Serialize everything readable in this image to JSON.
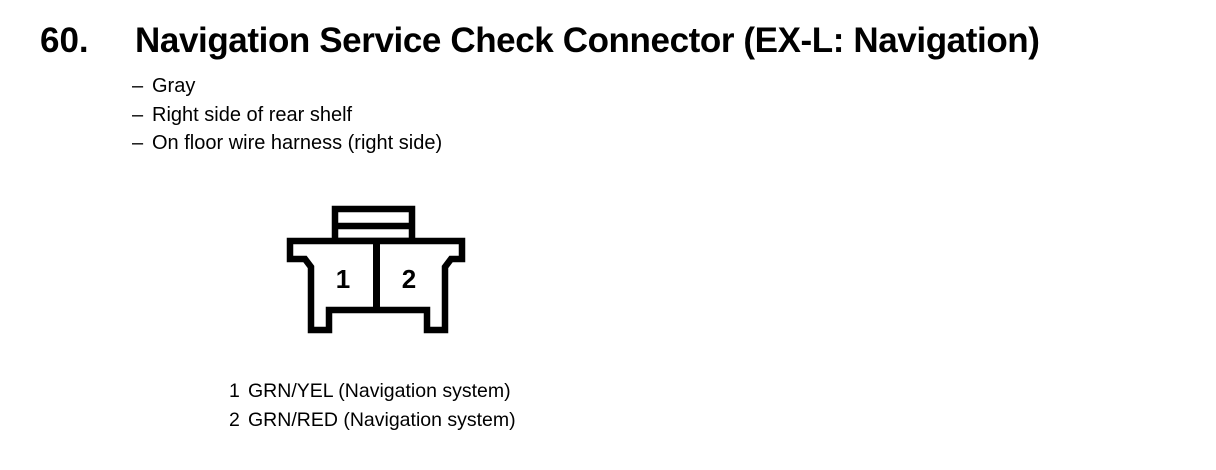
{
  "colors": {
    "ink": "#000000",
    "paper": "#ffffff"
  },
  "header": {
    "number": "60.",
    "title": "Navigation Service Check Connector (EX-L: Navigation)"
  },
  "details": {
    "dash": "–",
    "items": [
      "Gray",
      "Right side of rear shelf",
      "On floor wire harness (right side)"
    ]
  },
  "connector": {
    "pins": [
      "1",
      "2"
    ]
  },
  "legend": {
    "rows": [
      {
        "pin": "1",
        "label": "GRN/YEL (Navigation system)"
      },
      {
        "pin": "2",
        "label": "GRN/RED (Navigation system)"
      }
    ]
  }
}
